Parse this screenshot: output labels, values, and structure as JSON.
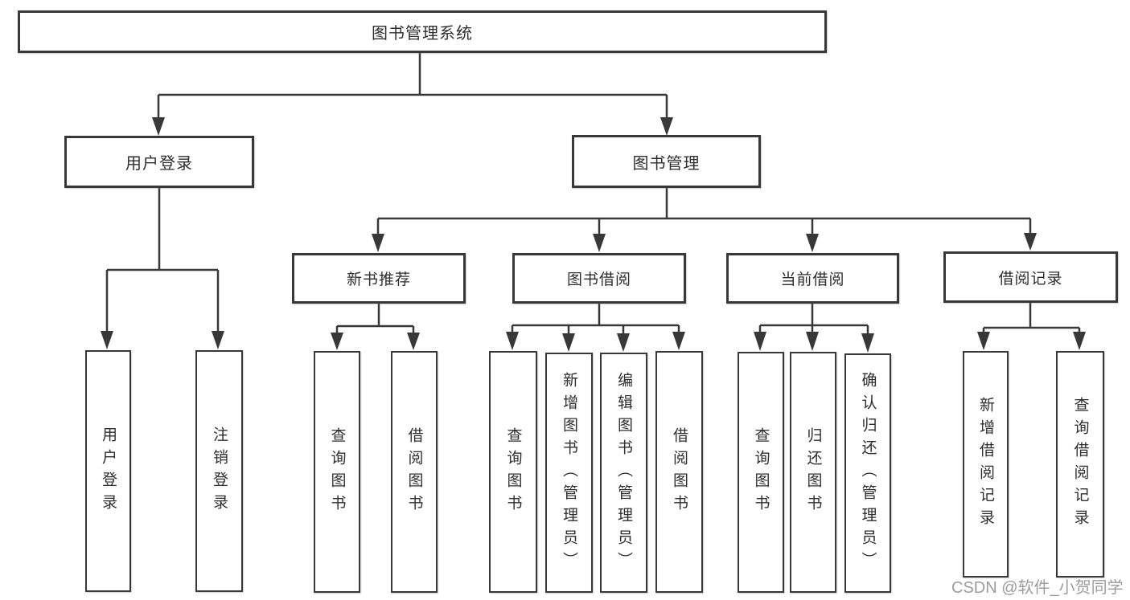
{
  "tree": {
    "root": {
      "label": "图书管理系统",
      "children": [
        {
          "label": "用户登录",
          "children": [
            {
              "label": "用户登录"
            },
            {
              "label": "注销登录"
            }
          ]
        },
        {
          "label": "图书管理",
          "children": [
            {
              "label": "新书推荐",
              "children": [
                {
                  "label": "查询图书"
                },
                {
                  "label": "借阅图书"
                }
              ]
            },
            {
              "label": "图书借阅",
              "children": [
                {
                  "label": "查询图书"
                },
                {
                  "label": "新增图书（管理员）"
                },
                {
                  "label": "编辑图书（管理员）"
                },
                {
                  "label": "借阅图书"
                }
              ]
            },
            {
              "label": "当前借阅",
              "children": [
                {
                  "label": "查询图书"
                },
                {
                  "label": "归还图书"
                },
                {
                  "label": "确认归还（管理员）"
                }
              ]
            },
            {
              "label": "借阅记录",
              "children": [
                {
                  "label": "新增借阅记录"
                },
                {
                  "label": "查询借阅记录"
                }
              ]
            }
          ]
        }
      ]
    }
  },
  "watermark": "CSDN @软件_小贺同学",
  "colors": {
    "line": "#383838",
    "box_border": "#383838",
    "text": "#2e2e2e",
    "watermark_text": "#9c9c9c",
    "background": "#ffffff"
  }
}
